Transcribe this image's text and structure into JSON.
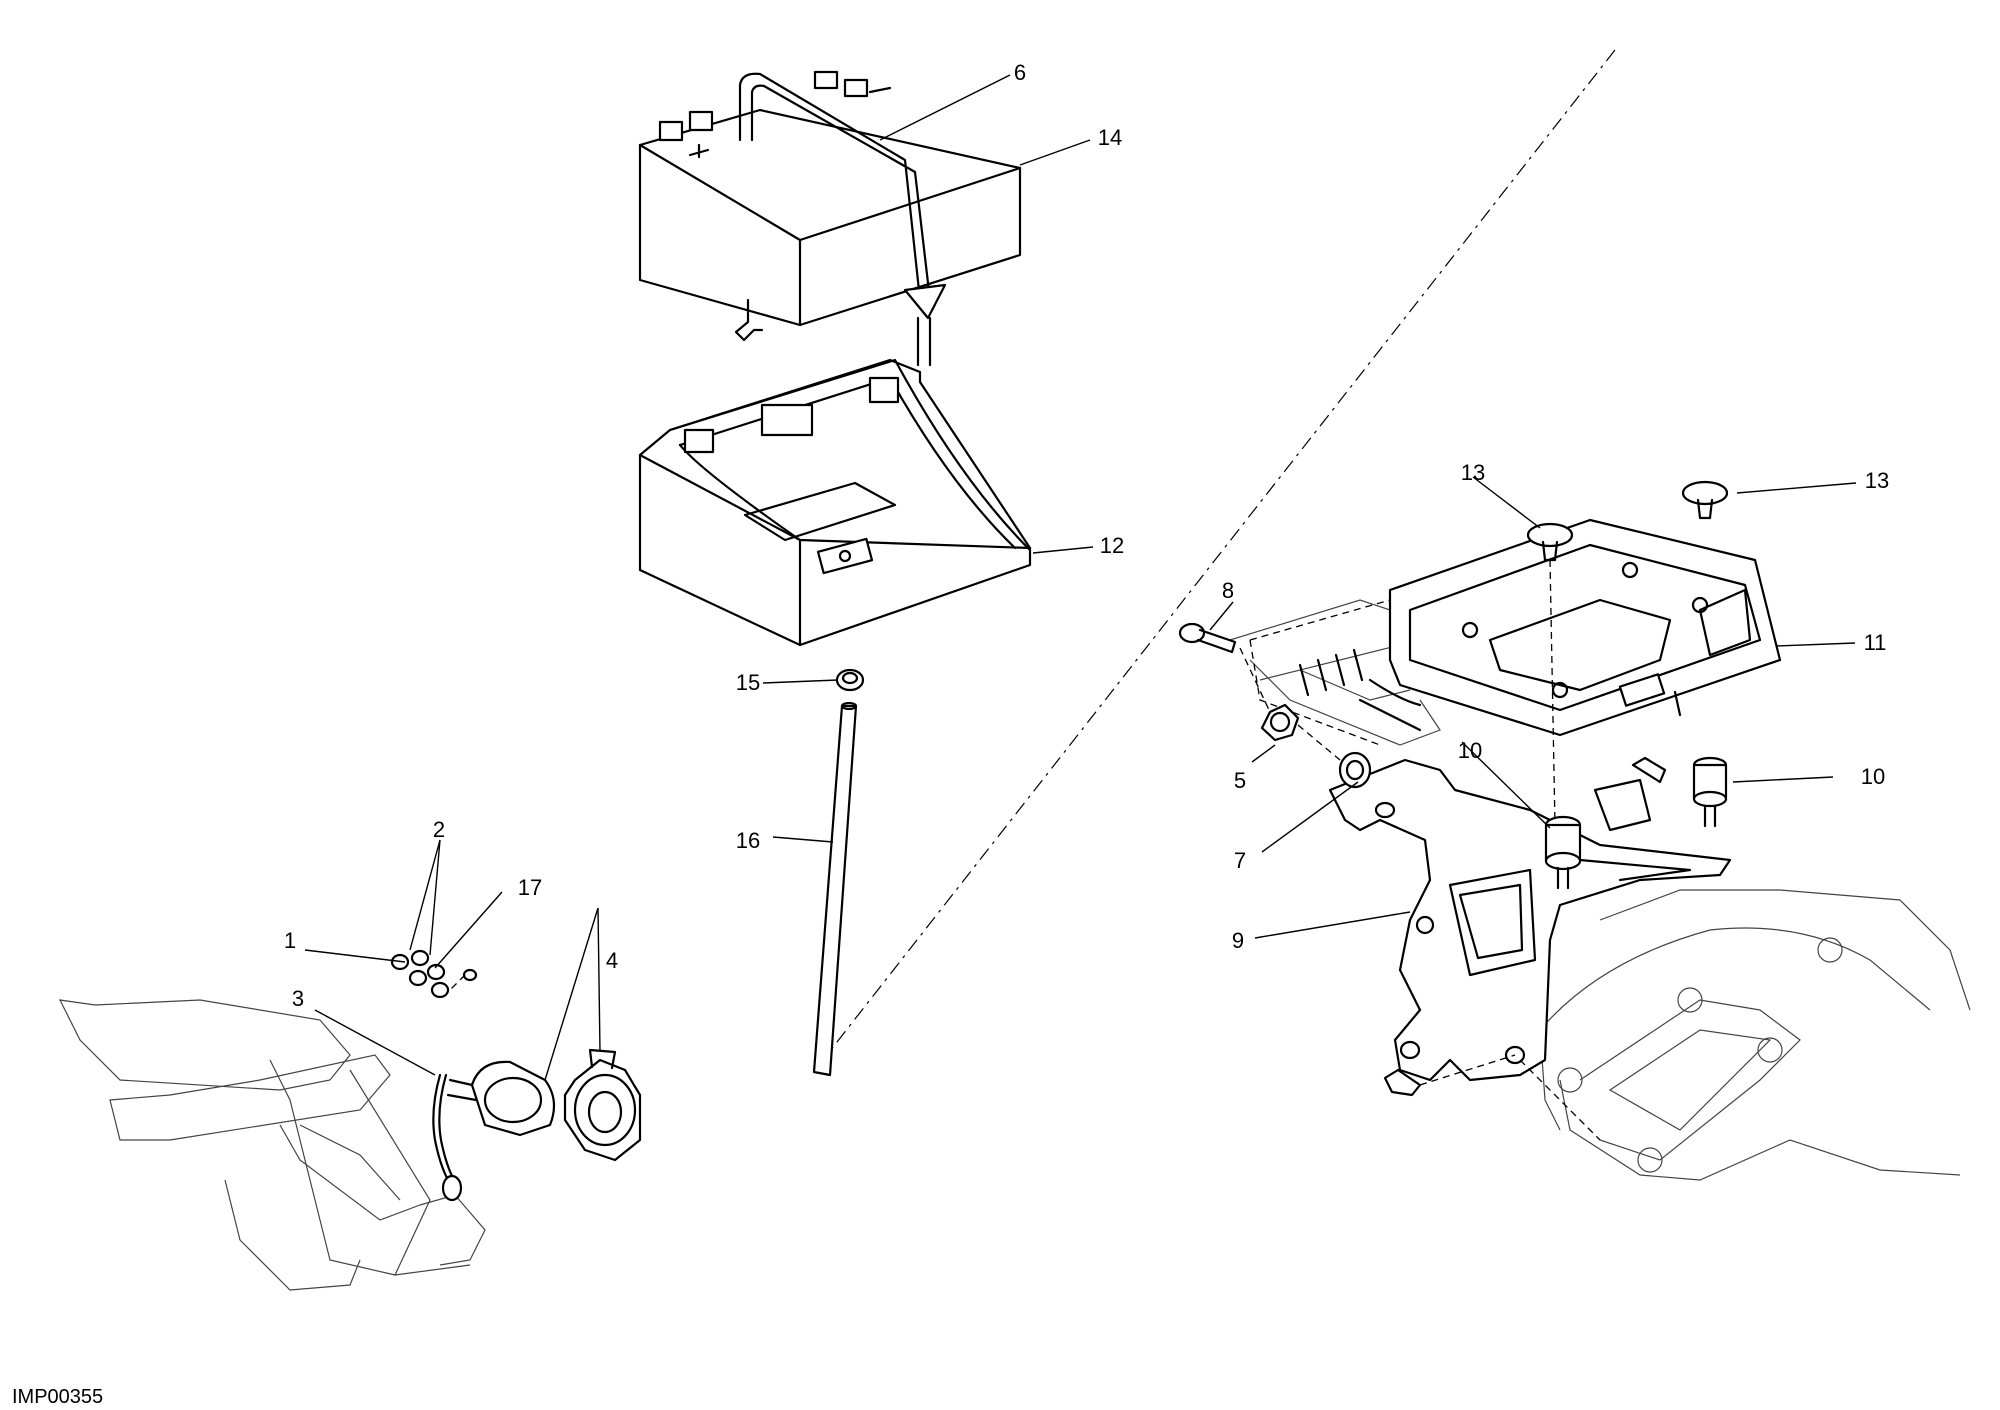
{
  "diagram_code": "IMP00355",
  "callouts": [
    {
      "label": "1"
    },
    {
      "label": "2"
    },
    {
      "label": "3"
    },
    {
      "label": "4"
    },
    {
      "label": "5"
    },
    {
      "label": "6"
    },
    {
      "label": "7"
    },
    {
      "label": "8"
    },
    {
      "label": "9"
    },
    {
      "label": "10"
    },
    {
      "label": "10"
    },
    {
      "label": "11"
    },
    {
      "label": "12"
    },
    {
      "label": "13"
    },
    {
      "label": "13"
    },
    {
      "label": "14"
    },
    {
      "label": "15"
    },
    {
      "label": "16"
    },
    {
      "label": "17"
    }
  ]
}
